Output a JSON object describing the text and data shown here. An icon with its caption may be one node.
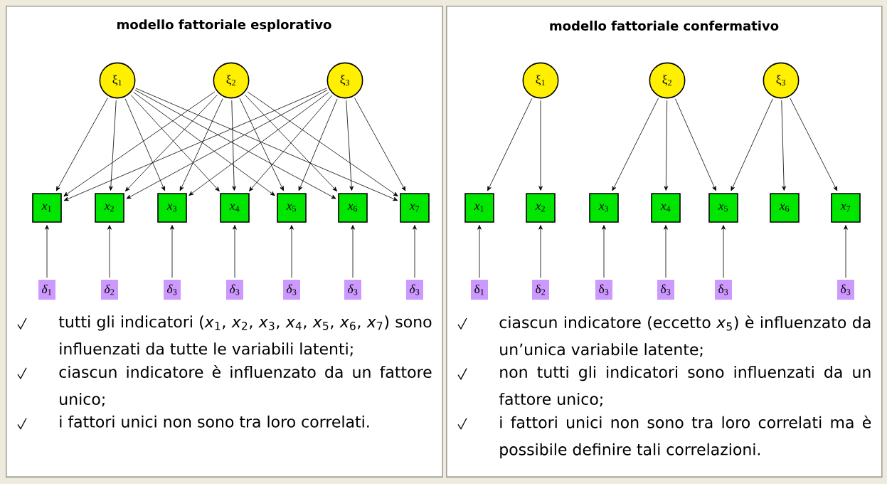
{
  "diagram": {
    "nodes": [
      {
        "text": [
          "modello fattoriale esplorativo",
          "tutti gli indicatori (*x*$_{1}$, *x*$_{2}$, *x*$_{3}$, *x*$_{4}$, *x*$_{5}$, *x*$_{6}$, *x*$_{7}$) sono influenzati da tutte le variabili latenti;",
          "ciascun indicatore è influenzato da un fattore unico;",
          "i fattori unici non sono tra loro correlati."
        ]
      },
      {
        "text": [
          "ξ$_{1}$"
        ],
        "in": 0
      },
      {
        "text": [
          "ξ$_{2}$"
        ],
        "in": 0
      },
      {
        "text": [
          "ξ$_{3}$"
        ],
        "in": 0
      },
      {
        "text": [
          "*x*$_{1}$"
        ],
        "in": 0
      },
      {
        "text": [
          "*x*$_{2}$"
        ],
        "in": 0
      },
      {
        "text": [
          "*x*$_{3}$"
        ],
        "in": 0
      },
      {
        "text": [
          "*x*$_{4}$"
        ],
        "in": 0
      },
      {
        "text": [
          "*x*$_{5}$"
        ],
        "in": 0
      },
      {
        "text": [
          "*x*$_{6}$"
        ],
        "in": 0
      },
      {
        "text": [
          "*x*$_{7}$"
        ],
        "in": 0
      },
      {
        "text": [
          "*δ*$_{1}$"
        ],
        "in": 0
      },
      {
        "text": [
          "*δ*$_{2}$"
        ],
        "in": 0
      },
      {
        "text": [
          "*δ*$_{3}$"
        ],
        "in": 0
      },
      {
        "text": [
          "*δ*$_{3}$"
        ],
        "in": 0
      },
      {
        "text": [
          "*δ*$_{3}$"
        ],
        "in": 0
      },
      {
        "text": [
          "*δ*$_{3}$"
        ],
        "in": 0
      },
      {
        "text": [
          "*δ*$_{3}$"
        ],
        "in": 0
      },
      {
        "text": [
          "modello fattoriale confermativo",
          "ciascun indicatore (eccetto *x*$_{5}$) è influenzato da un’unica variabile latente;",
          "non tutti gli indicatori sono influenzati da un fattore unico;",
          "i fattori unici non sono tra loro correlati ma è possibile definire tali correlazioni."
        ]
      },
      {
        "text": [
          "ξ$_{1}$"
        ],
        "in": 18
      },
      {
        "text": [
          "ξ$_{2}$"
        ],
        "in": 18
      },
      {
        "text": [
          "ξ$_{3}$"
        ],
        "in": 18
      },
      {
        "text": [
          "*x*$_{1}$"
        ],
        "in": 18
      },
      {
        "text": [
          "*x*$_{2}$"
        ],
        "in": 18
      },
      {
        "text": [
          "*x*$_{3}$"
        ],
        "in": 18
      },
      {
        "text": [
          "*x*$_{4}$"
        ],
        "in": 18
      },
      {
        "text": [
          "*x*$_{5}$"
        ],
        "in": 18
      },
      {
        "text": [
          "*x*$_{6}$"
        ],
        "in": 18
      },
      {
        "text": [
          "*x*$_{7}$"
        ],
        "in": 18
      },
      {
        "text": [
          "δ$_{1}$"
        ],
        "in": 18
      },
      {
        "text": [
          "δ$_{2}$"
        ],
        "in": 18
      },
      {
        "text": [
          "δ$_{3}$"
        ],
        "in": 18
      },
      {
        "text": [
          "δ$_{3}$"
        ],
        "in": 18
      },
      {
        "text": [
          "δ$_{3}$"
        ],
        "in": 18
      },
      {
        "text": [
          "δ$_{3}$"
        ],
        "in": 18
      }
    ],
    "edges": [
      {
        "from": 1,
        "to": 4,
        "arrow": "to"
      },
      {
        "from": 1,
        "to": 5,
        "arrow": "to"
      },
      {
        "from": 1,
        "to": 6,
        "arrow": "to"
      },
      {
        "from": 1,
        "to": 7,
        "arrow": "to"
      },
      {
        "from": 1,
        "to": 8,
        "arrow": "to"
      },
      {
        "from": 1,
        "to": 9,
        "arrow": "to"
      },
      {
        "from": 1,
        "to": 10,
        "arrow": "to"
      },
      {
        "from": 2,
        "to": 4,
        "arrow": "to"
      },
      {
        "from": 2,
        "to": 5,
        "arrow": "to"
      },
      {
        "from": 2,
        "to": 6,
        "arrow": "to"
      },
      {
        "from": 2,
        "to": 7,
        "arrow": "to"
      },
      {
        "from": 2,
        "to": 8,
        "arrow": "to"
      },
      {
        "from": 2,
        "to": 9,
        "arrow": "to"
      },
      {
        "from": 2,
        "to": 10,
        "arrow": "to"
      },
      {
        "from": 3,
        "to": 4,
        "arrow": "to"
      },
      {
        "from": 3,
        "to": 5,
        "arrow": "to"
      },
      {
        "from": 3,
        "to": 6,
        "arrow": "to"
      },
      {
        "from": 3,
        "to": 7,
        "arrow": "to"
      },
      {
        "from": 3,
        "to": 8,
        "arrow": "to"
      },
      {
        "from": 3,
        "to": 9,
        "arrow": "to"
      },
      {
        "from": 3,
        "to": 10,
        "arrow": "to"
      },
      {
        "from": 11,
        "to": 4,
        "arrow": "to"
      },
      {
        "from": 12,
        "to": 5,
        "arrow": "to"
      },
      {
        "from": 13,
        "to": 6,
        "arrow": "to"
      },
      {
        "from": 14,
        "to": 7,
        "arrow": "to"
      },
      {
        "from": 15,
        "to": 8,
        "arrow": "to"
      },
      {
        "from": 16,
        "to": 9,
        "arrow": "to"
      },
      {
        "from": 17,
        "to": 10,
        "arrow": "to"
      },
      {
        "from": 19,
        "to": 22,
        "arrow": "to"
      },
      {
        "from": 19,
        "to": 23,
        "arrow": "to"
      },
      {
        "from": 20,
        "to": 24,
        "arrow": "to"
      },
      {
        "from": 20,
        "to": 25,
        "arrow": "to"
      },
      {
        "from": 20,
        "to": 26,
        "arrow": "to"
      },
      {
        "from": 21,
        "to": 26,
        "arrow": "to"
      },
      {
        "from": 21,
        "to": 27,
        "arrow": "to"
      },
      {
        "from": 21,
        "to": 28,
        "arrow": "to"
      },
      {
        "from": 29,
        "to": 22,
        "arrow": "to"
      },
      {
        "from": 30,
        "to": 23,
        "arrow": "to"
      },
      {
        "from": 31,
        "to": 24,
        "arrow": "to"
      },
      {
        "from": 32,
        "to": 25,
        "arrow": "to"
      },
      {
        "from": 33,
        "to": 26,
        "arrow": "to"
      },
      {
        "from": 34,
        "to": 28,
        "arrow": "to"
      }
    ]
  }
}
